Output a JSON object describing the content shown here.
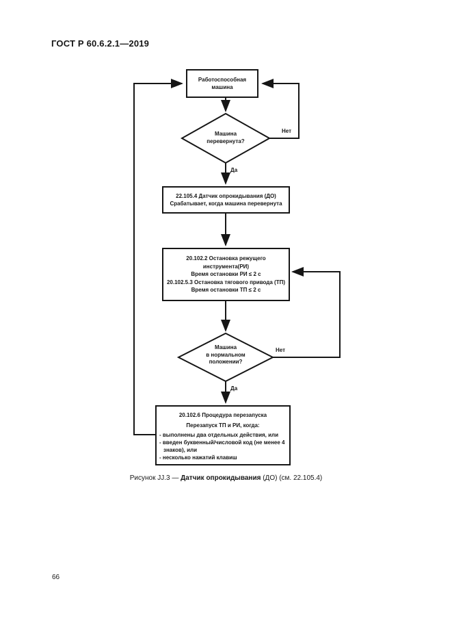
{
  "page": {
    "header": "ГОСТ Р 60.6.2.1—2019",
    "page_number": "66",
    "caption": {
      "prefix": "Рисунок JJ.3 — ",
      "bold": "Датчик опрокидывания",
      "suffix": " (ДО) (см. 22.105.4)"
    }
  },
  "flowchart": {
    "top_box": {
      "line1": "Работоспособная",
      "line2": "машина"
    },
    "decision1": {
      "line1": "Машина",
      "line2": "перевернута?",
      "yes": "Да",
      "no": "Нет"
    },
    "tilt_sensor_box": {
      "line1": "22.105.4 Датчик опрокидывания (ДО)",
      "line2": "Срабатывает, когда машина перевернута"
    },
    "stop_box": {
      "line1": "20.102.2 Остановка режущего инструмента(РИ)",
      "line2": "Время остановки РИ ≤ 2 с",
      "line3": "20.102.5.3 Остановка тягового привода (ТП)",
      "line4": "Время остановки ТП ≤ 2 с"
    },
    "decision2": {
      "line1": "Машина",
      "line2": "в нормальном",
      "line3": "положении?",
      "yes": "Да",
      "no": "Нет"
    },
    "restart_box": {
      "title": "20.102.6 Процедура перезапуска",
      "subtitle": "Перезапуск ТП и РИ, когда:",
      "bullets": [
        "- выполнены два отдельных действия, или",
        "- введен буквенный/числовой код (не менее 4 знаков), или",
        "- несколько нажатий клавиш"
      ]
    }
  },
  "colors": {
    "background": "#ffffff",
    "ink": "#161616"
  }
}
